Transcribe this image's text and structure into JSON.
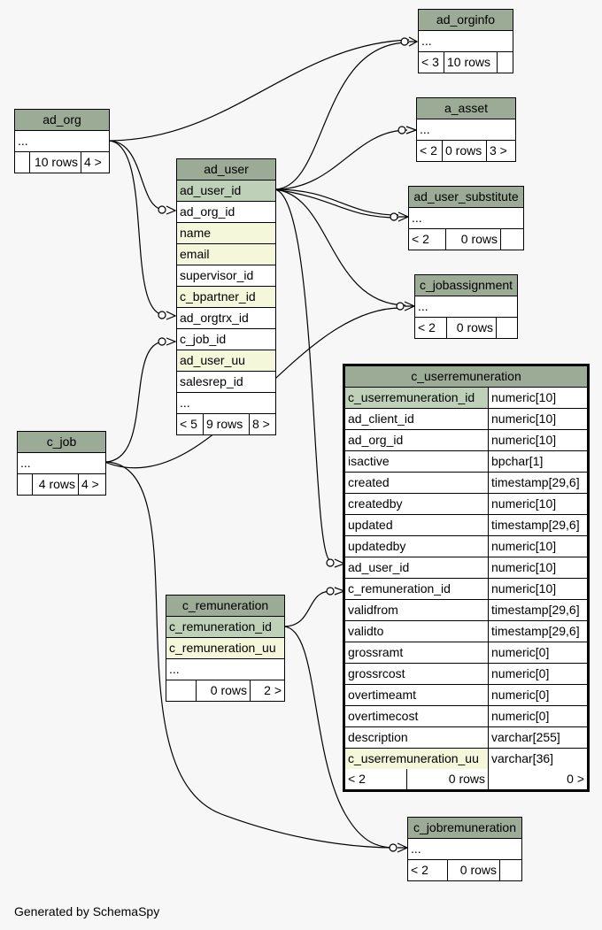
{
  "tables": {
    "ad_orginfo": {
      "name": "ad_orginfo",
      "cols": [
        "..."
      ],
      "foot": [
        "< 3",
        "10 rows",
        ""
      ]
    },
    "a_asset": {
      "name": "a_asset",
      "cols": [
        "..."
      ],
      "foot": [
        "< 2",
        "0 rows",
        "3 >"
      ]
    },
    "ad_org": {
      "name": "ad_org",
      "cols": [
        "..."
      ],
      "foot": [
        "",
        "10 rows",
        "4 >"
      ]
    },
    "ad_user_substitute": {
      "name": "ad_user_substitute",
      "cols": [
        "..."
      ],
      "foot": [
        "< 2",
        "0 rows",
        ""
      ]
    },
    "ad_user": {
      "name": "ad_user",
      "cols": [
        "ad_user_id",
        "ad_org_id",
        "name",
        "email",
        "supervisor_id",
        "c_bpartner_id",
        "ad_orgtrx_id",
        "c_job_id",
        "ad_user_uu",
        "salesrep_id",
        "..."
      ],
      "foot": [
        "< 5",
        "9 rows",
        "8 >"
      ]
    },
    "c_jobassignment": {
      "name": "c_jobassignment",
      "cols": [
        "..."
      ],
      "foot": [
        "< 2",
        "0 rows",
        ""
      ]
    },
    "c_job": {
      "name": "c_job",
      "cols": [
        "..."
      ],
      "foot": [
        "",
        "4 rows",
        "4 >"
      ]
    },
    "c_userremuneration": {
      "name": "c_userremuneration",
      "cols": [
        {
          "n": "c_userremuneration_id",
          "t": "numeric[10]"
        },
        {
          "n": "ad_client_id",
          "t": "numeric[10]"
        },
        {
          "n": "ad_org_id",
          "t": "numeric[10]"
        },
        {
          "n": "isactive",
          "t": "bpchar[1]"
        },
        {
          "n": "created",
          "t": "timestamp[29,6]"
        },
        {
          "n": "createdby",
          "t": "numeric[10]"
        },
        {
          "n": "updated",
          "t": "timestamp[29,6]"
        },
        {
          "n": "updatedby",
          "t": "numeric[10]"
        },
        {
          "n": "ad_user_id",
          "t": "numeric[10]"
        },
        {
          "n": "c_remuneration_id",
          "t": "numeric[10]"
        },
        {
          "n": "validfrom",
          "t": "timestamp[29,6]"
        },
        {
          "n": "validto",
          "t": "timestamp[29,6]"
        },
        {
          "n": "grossramt",
          "t": "numeric[0]"
        },
        {
          "n": "grossrcost",
          "t": "numeric[0]"
        },
        {
          "n": "overtimeamt",
          "t": "numeric[0]"
        },
        {
          "n": "overtimecost",
          "t": "numeric[0]"
        },
        {
          "n": "description",
          "t": "varchar[255]"
        },
        {
          "n": "c_userremuneration_uu",
          "t": "varchar[36]"
        }
      ],
      "foot": [
        "< 2",
        "0 rows",
        "0 >"
      ]
    },
    "c_remuneration": {
      "name": "c_remuneration",
      "cols": [
        "c_remuneration_id",
        "c_remuneration_uu",
        "..."
      ],
      "foot": [
        "",
        "0 rows",
        "2 >"
      ]
    },
    "c_jobremuneration": {
      "name": "c_jobremuneration",
      "cols": [
        "..."
      ],
      "foot": [
        "< 2",
        "0 rows",
        ""
      ]
    }
  },
  "colors": {
    "header": "#9bab96",
    "primary_key": "#bed1b8",
    "indexed": "#f4f7da",
    "background": "#f7f7f7"
  },
  "credit": "Generated by SchemaSpy"
}
